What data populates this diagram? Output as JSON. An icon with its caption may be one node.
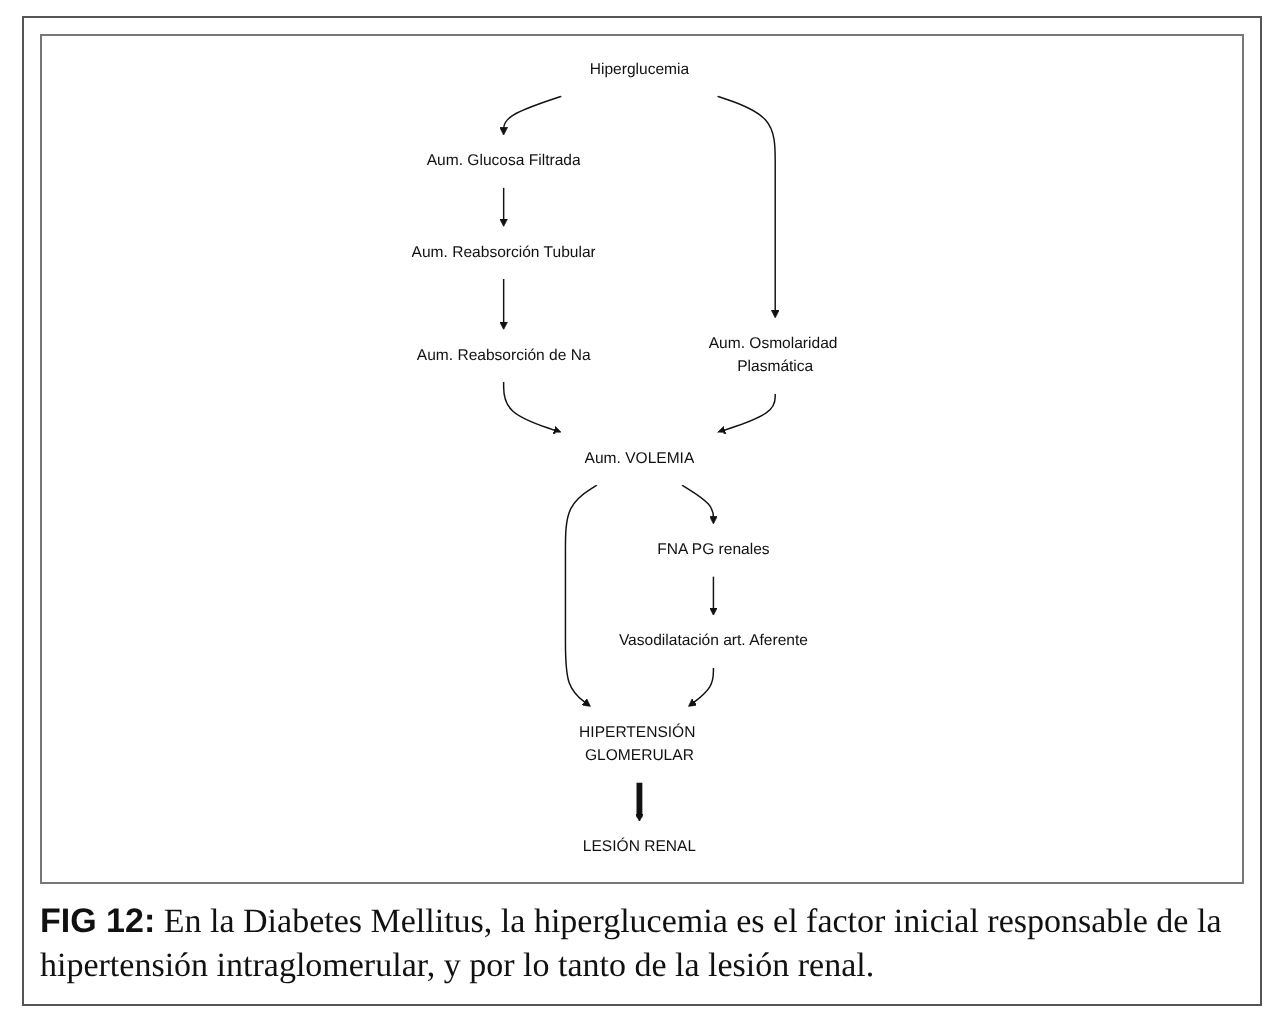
{
  "diagram": {
    "caption": "**FIG 12:** En la Diabetes Mellitus, la hiperglucemia es el factor inicial responsable de la hipertensión intraglomerular, y por lo tanto de la lesión renal.",
    "nodes": [
      {
        "text": [
          "Aum. Glucosa Filtrada"
        ]
      },
      {
        "text": [
          "Aum. Reabsorción Tubular"
        ]
      },
      {
        "text": [
          "Aum. Reabsorción de Na"
        ]
      },
      {
        "text": [
          "Hiperglucemia"
        ]
      },
      {
        "text": [
          "Aum. Osmolaridad Plasmática"
        ]
      },
      {
        "text": [
          "Aum. VOLEMIA"
        ]
      },
      {
        "text": [
          "HIPERTENSIÓN GLOMERULAR"
        ]
      },
      {
        "text": [
          "FNA PG renales"
        ]
      },
      {
        "text": [
          "LESIÓN RENAL"
        ]
      },
      {
        "text": [
          "Vasodilatación art. Aferente"
        ]
      }
    ],
    "edges": [
      {
        "from": 3,
        "to": 0,
        "arrow": "to"
      },
      {
        "from": 0,
        "to": 1,
        "arrow": "to"
      },
      {
        "from": 1,
        "to": 2,
        "arrow": "to"
      },
      {
        "from": 2,
        "to": 5,
        "arrow": "to"
      },
      {
        "from": 3,
        "to": 4,
        "arrow": "to"
      },
      {
        "from": 4,
        "to": 5,
        "arrow": "to"
      },
      {
        "from": 5,
        "to": 6,
        "arrow": "to"
      },
      {
        "from": 5,
        "to": 7,
        "arrow": "to"
      },
      {
        "from": 7,
        "to": 9,
        "arrow": "to"
      },
      {
        "from": 9,
        "to": 6,
        "arrow": "to"
      },
      {
        "from": 6,
        "to": 8,
        "arrow": "to",
        "style": "thick"
      }
    ]
  }
}
